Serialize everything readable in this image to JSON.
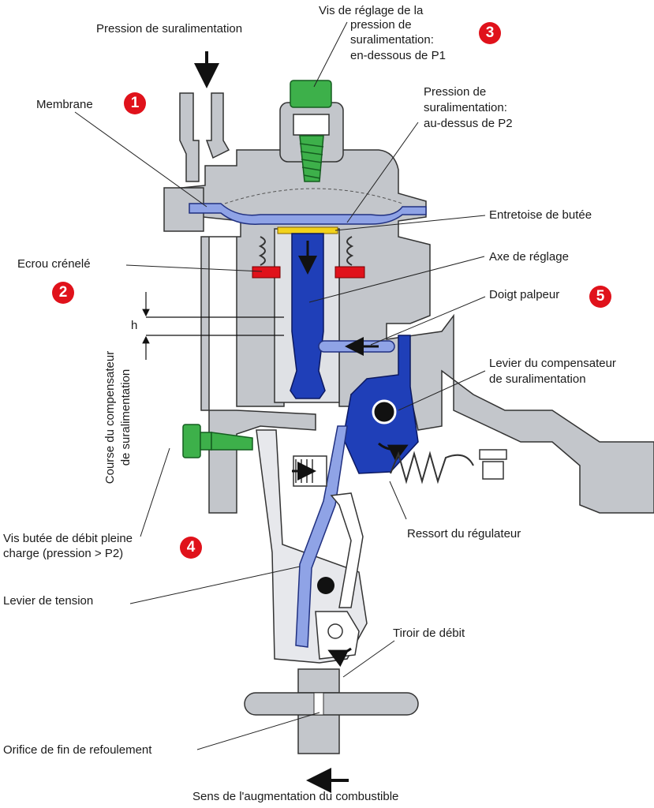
{
  "labels": {
    "boost_pressure": "Pression de suralimentation",
    "adj_screw_l1": "Vis de réglage de la",
    "adj_screw_l2": "pression de",
    "adj_screw_l3": "suralimentation:",
    "adj_screw_l4": "en-dessous de P1",
    "membrane": "Membrane",
    "press_above_l1": "Pression de",
    "press_above_l2": "suralimentation:",
    "press_above_l3": "au-dessus de P2",
    "spacer": "Entretoise de butée",
    "castle_nut": "Ecrou crénelé",
    "adj_axis": "Axe de réglage",
    "h": "h",
    "finger": "Doigt palpeur",
    "course_l1": "Course du compensateur",
    "course_l2": "de suralimentation",
    "comp_lever_l1": "Levier du compensateur",
    "comp_lever_l2": "de suralimentation",
    "full_load_l1": "Vis butée de débit pleine",
    "full_load_l2": "charge (pression > P2)",
    "reg_spring": "Ressort du régulateur",
    "tension_lever": "Levier de tension",
    "spool": "Tiroir de débit",
    "orifice": "Orifice de fin de refoulement",
    "direction": "Sens de l'augmentation du combustible"
  },
  "markers": {
    "m1": "1",
    "m2": "2",
    "m3": "3",
    "m4": "4",
    "m5": "5"
  },
  "colors": {
    "housing": "#c3c6cb",
    "blue_part": "#1f3fb8",
    "light_blue": "#8fa3e6",
    "green_part": "#3db04a",
    "red_part": "#e0121b",
    "yellow_part": "#f2d21b",
    "light_part": "#e7e8ec"
  }
}
